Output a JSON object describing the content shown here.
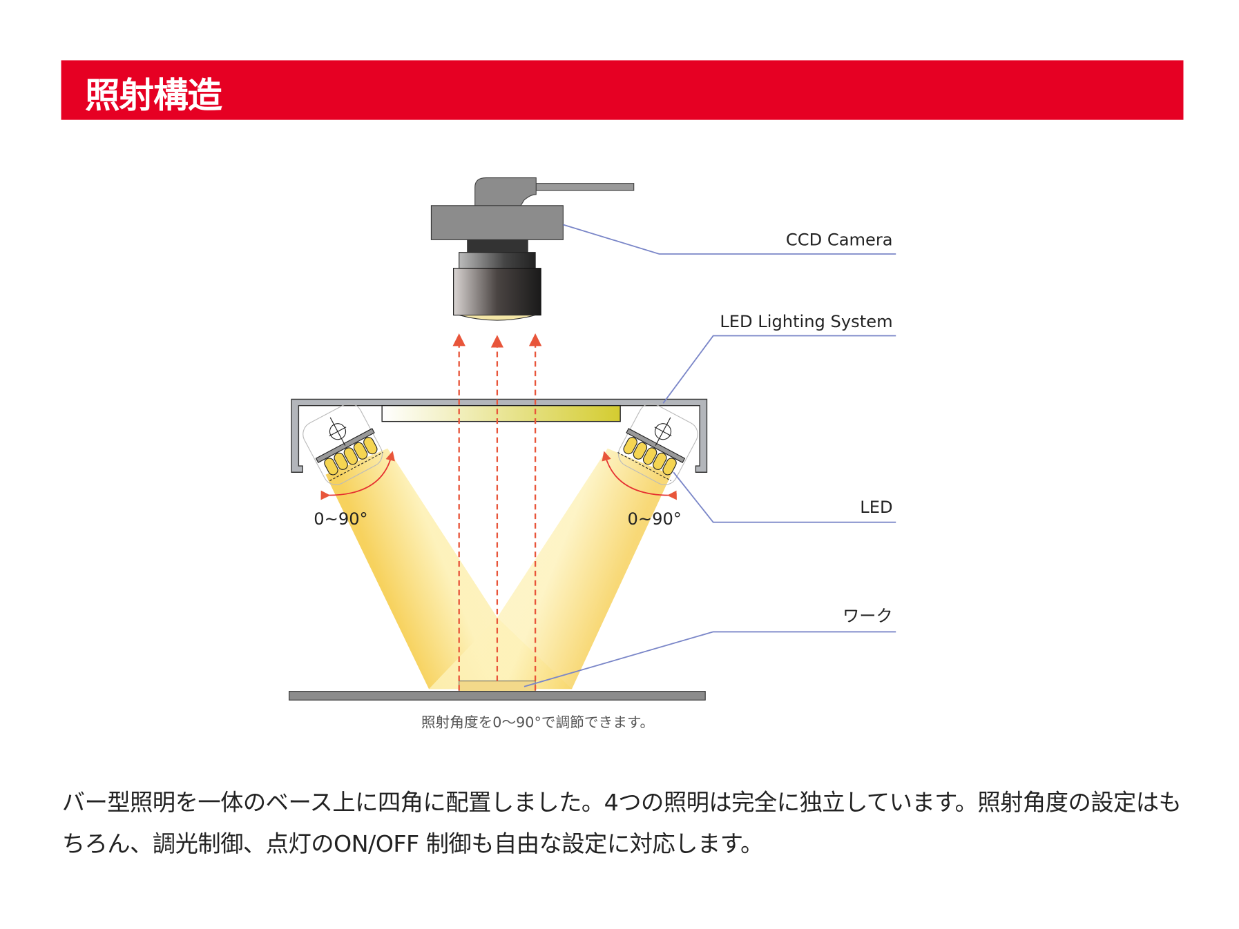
{
  "header": {
    "title": "照射構造"
  },
  "diagram": {
    "labels": {
      "camera": "CCD Camera",
      "lighting_system": "LED Lighting System",
      "led": "LED",
      "work": "ワーク",
      "angle_left": "0~90°",
      "angle_right": "0~90°"
    },
    "caption": "照射角度を0～90°で調節できます。",
    "colors": {
      "accent": "#e60023",
      "leader": "#7a86c8",
      "arrow": "#e8553a",
      "beam": "#fbeaa0"
    }
  },
  "description": "バー型照明を一体のベース上に四角に配置しました。4つの照明は完全に独立しています。照射角度の設定はもちろん、調光制御、点灯のON/OFF 制御も自由な設定に対応します。"
}
